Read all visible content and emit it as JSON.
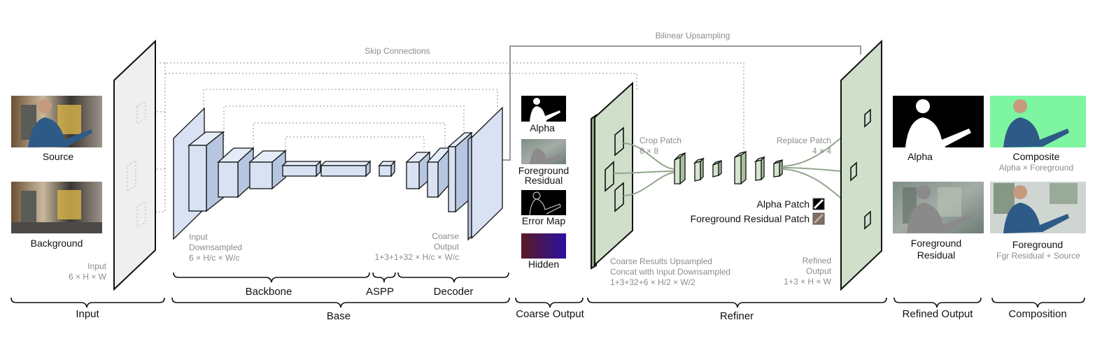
{
  "input": {
    "source_label": "Source",
    "background_label": "Background",
    "tensor_label": "Input",
    "tensor_dims": "6 × H × W",
    "section": "Input"
  },
  "top_lines": {
    "skip_connections": "Skip Connections",
    "bilinear_upsampling": "Bilinear Upsampling"
  },
  "base": {
    "downsampled_line1": "Input",
    "downsampled_line2": "Downsampled",
    "downsampled_dims": "6 × H/c × W/c",
    "coarse_line1": "Coarse",
    "coarse_line2": "Output",
    "coarse_dims": "1+3+1+32 × H/c × W/c",
    "backbone": "Backbone",
    "aspp": "ASPP",
    "decoder": "Decoder",
    "section": "Base"
  },
  "coarse": {
    "alpha": "Alpha",
    "fg_residual_line1": "Foreground",
    "fg_residual_line2": "Residual",
    "error_map": "Error Map",
    "hidden": "Hidden",
    "section": "Coarse Output"
  },
  "refiner": {
    "crop_patch": "Crop Patch",
    "crop_dims": "8 × 8",
    "replace_patch": "Replace Patch",
    "replace_dims": "4 × 4",
    "alpha_patch": "Alpha Patch",
    "fg_residual_patch": "Foreground Residual Patch",
    "upsampled_line1": "Coarse Results Upsampled",
    "upsampled_line2": "Concat with Input Downsampled",
    "upsampled_dims": "1+3+32+6 × H/2 × W/2",
    "refined_line1": "Refined",
    "refined_line2": "Output",
    "refined_dims": "1+3 × H × W",
    "section": "Refiner"
  },
  "refined_output": {
    "alpha": "Alpha",
    "fg_residual_line1": "Foreground",
    "fg_residual_line2": "Residual",
    "section": "Refined Output"
  },
  "composition": {
    "composite": "Composite",
    "composite_formula": "Alpha × Foreground",
    "foreground": "Foreground",
    "foreground_formula": "Fgr Residual + Source",
    "section": "Composition"
  },
  "colors": {
    "backbone_blue": "#d8e2f2",
    "refiner_green": "#cfdfca",
    "green_screen": "#7ef5a0",
    "hidden_gradient_start": "#5a1a24",
    "hidden_gradient_end": "#2a10a0"
  }
}
